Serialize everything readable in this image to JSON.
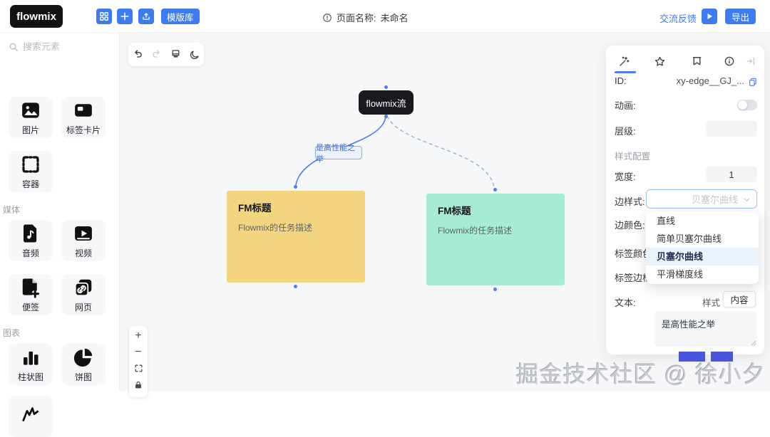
{
  "topbar": {
    "logo": "flowmix",
    "icons": [
      "grid-icon",
      "plus-icon",
      "upload-icon"
    ],
    "template_button": "模版库",
    "page_label": "页面名称:",
    "page_name": "未命名",
    "feedback": "交流反馈",
    "run_button_icon": "play-icon",
    "export": "导出"
  },
  "sidebar": {
    "search_placeholder": "搜索元素",
    "section_media": "媒体",
    "section_charts": "图表",
    "items": [
      {
        "label": "图片",
        "icon": "image-icon"
      },
      {
        "label": "标签卡片",
        "icon": "label-card-icon"
      },
      {
        "label": "容器",
        "icon": "container-icon"
      },
      {
        "label": "音频",
        "icon": "audio-icon"
      },
      {
        "label": "视频",
        "icon": "video-icon"
      },
      {
        "label": "便签",
        "icon": "sticky-note-icon"
      },
      {
        "label": "网页",
        "icon": "webpage-icon"
      },
      {
        "label": "柱状图",
        "icon": "bar-chart-icon"
      },
      {
        "label": "饼图",
        "icon": "pie-chart-icon"
      },
      {
        "label": "",
        "icon": "line-chart-icon"
      }
    ]
  },
  "canvas": {
    "toolbar_icons": [
      "undo-icon",
      "redo-icon",
      "brush-icon",
      "moon-icon"
    ],
    "node_label": "flowmix流",
    "edge_label": "是高性能之举",
    "cards": [
      {
        "title": "FM标题",
        "desc": "Flowmix的任务描述",
        "color": "#f2d57e"
      },
      {
        "title": "FM标题",
        "desc": "Flowmix的任务描述",
        "color": "#a6ecd4"
      }
    ],
    "zoom_controls": [
      "zoom-in",
      "zoom-out",
      "fit-view",
      "lock"
    ]
  },
  "inspector": {
    "tabs": [
      "magic-wand",
      "star",
      "flag",
      "info",
      "collapse"
    ],
    "id_label": "ID:",
    "id_value": "xy-edge__GJ_...",
    "animation_label": "动画:",
    "layer_label": "层级:",
    "style_section": "样式配置",
    "width_label": "宽度:",
    "width_value": "1",
    "edge_style_label": "边样式:",
    "edge_style_value": "贝塞尔曲线",
    "edge_color_label": "边颜色:",
    "label_color_label": "标签颜色",
    "label_border_label": "标签边框",
    "text_label": "文本:",
    "style_tab": "样式",
    "content_tab": "内容",
    "text_value": "是高性能之举",
    "dropdown_options": [
      "直线",
      "简单贝塞尔曲线",
      "贝塞尔曲线",
      "平滑梯度线"
    ],
    "selected_option": "贝塞尔曲线"
  },
  "watermark": "掘金技术社区 @ 徐小夕",
  "colors": {
    "accent_blue": "#3d7bf0",
    "edge_blue": "#4d7df2",
    "card_yellow": "#f2d57e",
    "card_teal": "#a6ecd4",
    "indigo_button": "#4a55dd",
    "canvas_bg": "#f6f7f9"
  }
}
